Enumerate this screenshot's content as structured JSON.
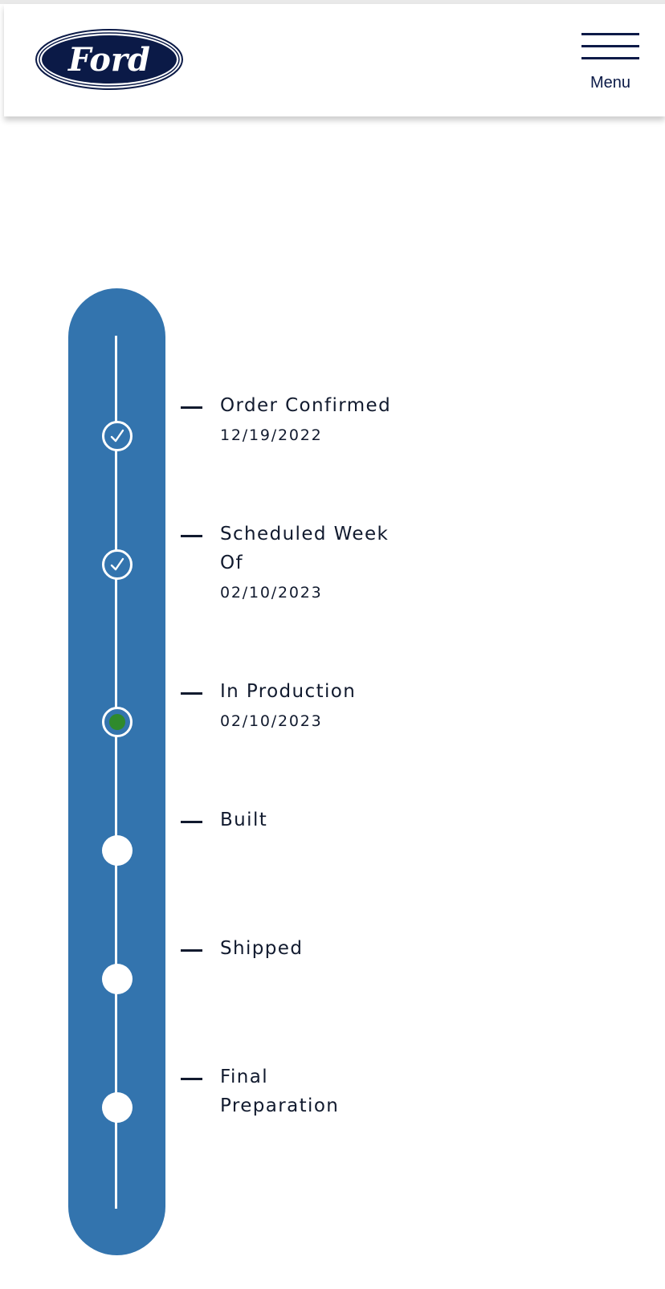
{
  "header": {
    "logo_text": "Ford",
    "menu_label": "Menu"
  },
  "colors": {
    "brand_navy": "#0b1a47",
    "tracker_blue": "#3374ae",
    "current_green": "#2f8a2c",
    "text": "#111a2e"
  },
  "tracker": {
    "steps": [
      {
        "title": "Order Confirmed",
        "date": "12/19/2022",
        "status": "complete",
        "icon": "check-icon"
      },
      {
        "title": "Scheduled Week Of",
        "date": "02/10/2023",
        "status": "complete",
        "icon": "check-icon"
      },
      {
        "title": "In Production",
        "date": "02/10/2023",
        "status": "current",
        "icon": "current-dot-icon"
      },
      {
        "title": "Built",
        "date": "",
        "status": "pending",
        "icon": "empty-circle-icon"
      },
      {
        "title": "Shipped",
        "date": "",
        "status": "pending",
        "icon": "empty-circle-icon"
      },
      {
        "title": "Final Preparation",
        "date": "",
        "status": "pending",
        "icon": "empty-circle-icon"
      }
    ]
  }
}
